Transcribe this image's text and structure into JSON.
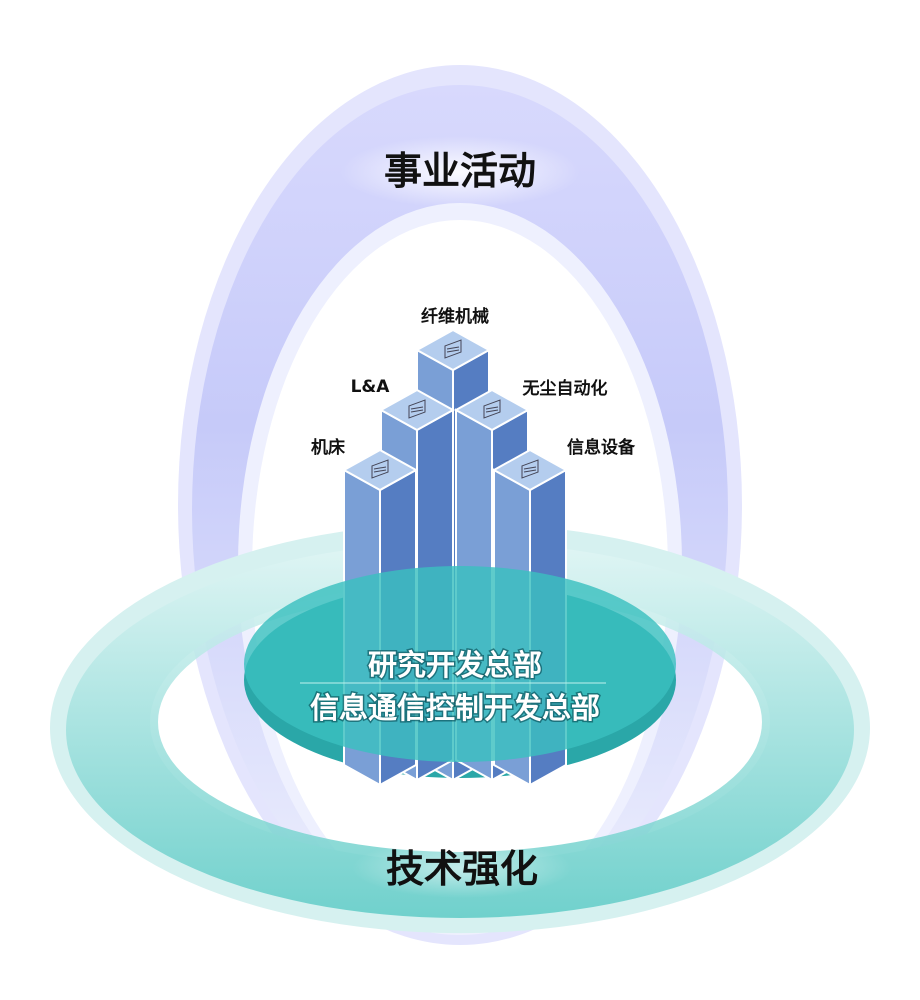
{
  "outer_ring": {
    "label": "事业活动",
    "color": "#c5c8fb"
  },
  "bottom_ring": {
    "label": "技术强化",
    "color": "#6fd0cc"
  },
  "platform": {
    "line1": "研究开发总部",
    "line2": "信息通信控制开发总部",
    "color": "#3bbfbf"
  },
  "buildings": [
    {
      "label": "纤维机械",
      "icon": "textile-machine-icon"
    },
    {
      "label": "L&A",
      "icon": "logistics-icon"
    },
    {
      "label": "无尘自动化",
      "icon": "cleanroom-automation-icon"
    },
    {
      "label": "机床",
      "icon": "gear-icon"
    },
    {
      "label": "信息设备",
      "icon": "network-icon"
    }
  ]
}
